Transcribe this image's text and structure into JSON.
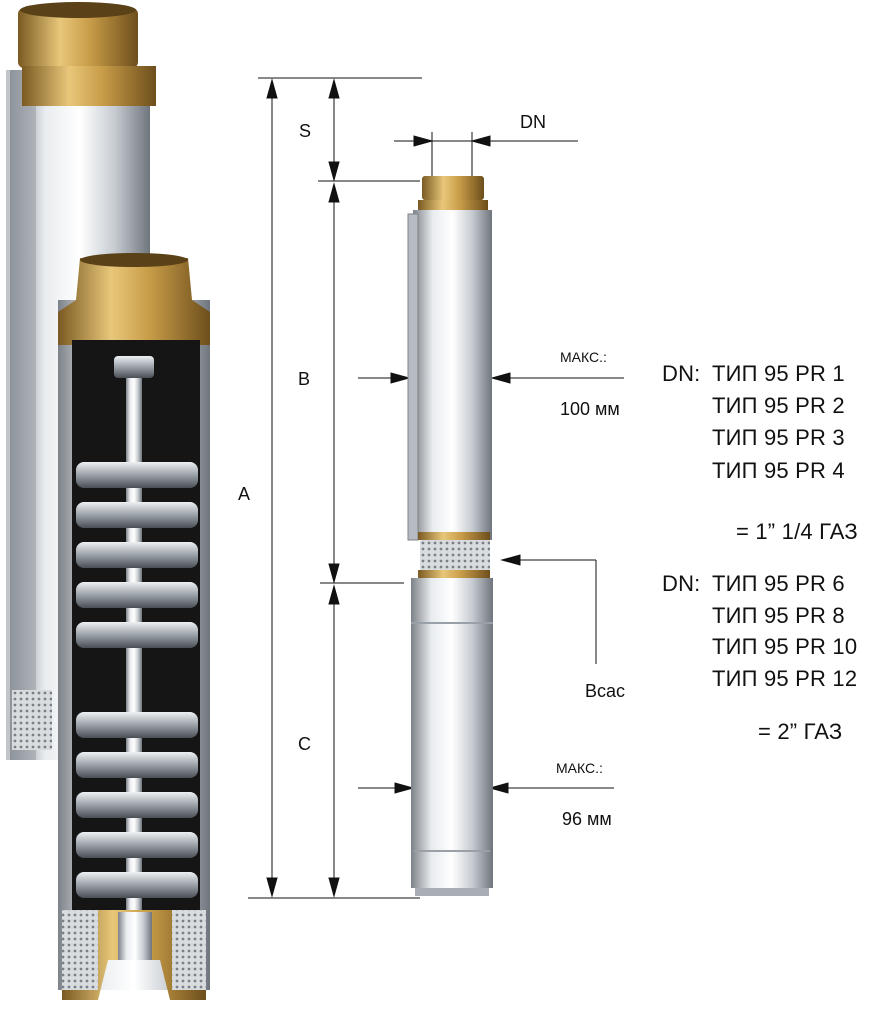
{
  "dimensions": {
    "s": "S",
    "dn": "DN",
    "a": "A",
    "b": "B",
    "c": "C",
    "intake": "Всас"
  },
  "upper_width": {
    "label": "МАКС.:",
    "value": "100 мм"
  },
  "lower_width": {
    "label": "МАКС.:",
    "value": "96 мм"
  },
  "spec_groups": [
    {
      "prefix": "DN:",
      "types": [
        "ТИП 95  PR 1",
        "ТИП 95  PR 2",
        "ТИП 95  PR 3",
        "ТИП 95  PR 4"
      ],
      "connection": "= 1” 1/4 ГАЗ"
    },
    {
      "prefix": "DN:",
      "types": [
        "ТИП 95  PR 6",
        "ТИП 95  PR 8",
        "ТИП 95  PR 10",
        "ТИП 95  PR  12"
      ],
      "connection": "= 2”  ГАЗ"
    }
  ],
  "colors": {
    "steel_dark": "#8a8f96",
    "steel_light": "#f4f6f8",
    "brass": "#b08a3e",
    "brass_light": "#e6c77a",
    "cutaway_bg": "#1a1a1a",
    "impeller": "#c9ced4"
  }
}
